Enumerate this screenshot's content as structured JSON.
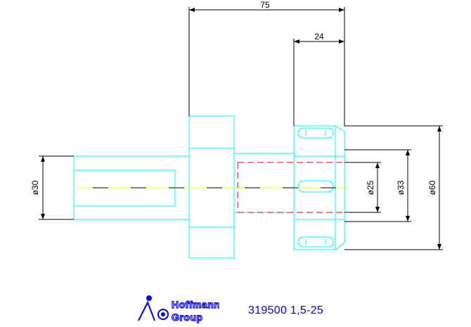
{
  "dimensions": {
    "overall_length": "75",
    "nut_length": "24",
    "shank_dia": "ø30",
    "bore_dia": "ø25",
    "neck_dia": "ø33",
    "nut_dia": "ø60"
  },
  "title_block": {
    "logo_line1": "Hoffmann",
    "logo_line2": "Group",
    "part_number": "319500 1,5-25"
  },
  "colors": {
    "part_outline": "#00ffff",
    "hidden_line": "#ff0000",
    "center_line": "#ffff00",
    "dimension": "#000000",
    "title": "#0000ff"
  }
}
